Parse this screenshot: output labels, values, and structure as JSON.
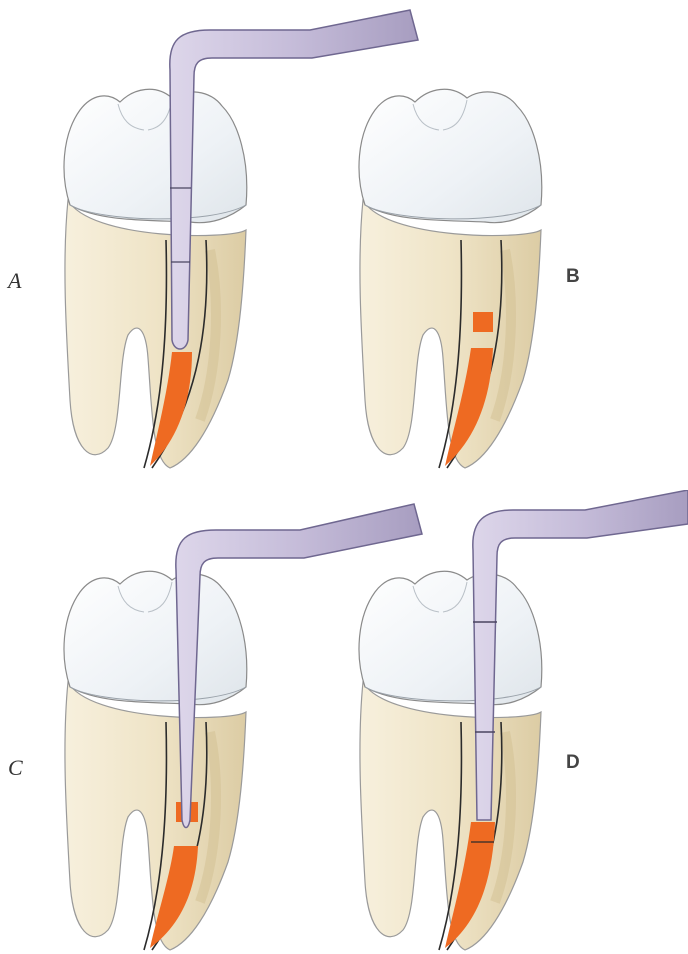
{
  "panels": [
    {
      "id": "A",
      "label": "A",
      "label_style": "serif"
    },
    {
      "id": "B",
      "label": "B",
      "label_style": "sans"
    },
    {
      "id": "C",
      "label": "C",
      "label_style": "serif"
    },
    {
      "id": "D",
      "label": "D",
      "label_style": "sans"
    }
  ],
  "colors": {
    "crown": "#f3f6f9",
    "root": "#efe6cf",
    "root_shade": "#d8c9a3",
    "outline": "#8a8a8a",
    "canal_line": "#2b2b2b",
    "filling": "#ee6a22",
    "instrument": "#c5bcd9",
    "instrument_dark": "#9d93b7",
    "background": "#ffffff"
  }
}
